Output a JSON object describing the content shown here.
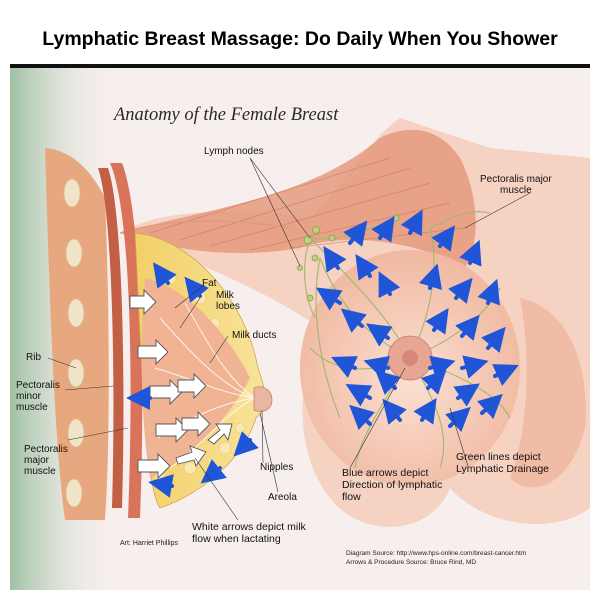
{
  "page": {
    "title": "Lymphatic Breast Massage:  Do Daily When You Shower"
  },
  "diagram": {
    "heading": "Anatomy of the Female Breast",
    "labels": {
      "lymph_nodes": "Lymph nodes",
      "pectoralis_major_right": [
        "Pectoralis major",
        "muscle"
      ],
      "fat": "Fat",
      "milk_lobes": [
        "Milk",
        "lobes"
      ],
      "milk_ducts": "Milk ducts",
      "rib": "Rib",
      "pectoralis_minor": [
        "Pectoralis",
        "minor",
        "muscle"
      ],
      "pectoralis_major_left": [
        "Pectoralis",
        "major",
        "muscle"
      ],
      "nipples": "Nipples",
      "areola": "Areola"
    },
    "notes": {
      "blue_arrows": [
        "Blue arrows depict",
        "Direction of lymphatic",
        "flow"
      ],
      "green_lines": [
        "Green lines depict",
        "Lymphatic Drainage"
      ],
      "white_arrows": [
        "White arrows depict milk",
        "flow when lactating"
      ]
    },
    "credits": {
      "art": "Art: Harriet Phillips",
      "source": "Diagram Source: http://www.hps-online.com/breast-cancer.htm",
      "arrows": "Arrows & Procedure Source: Bruce Rind, MD"
    },
    "colors": {
      "blue_arrow": "#1f55d6",
      "lymph_green": "#9fb86a",
      "skin": "#f4c7b4",
      "muscle": "#d9826a",
      "fat": "#f4d56a",
      "background": "#f7efee"
    }
  }
}
